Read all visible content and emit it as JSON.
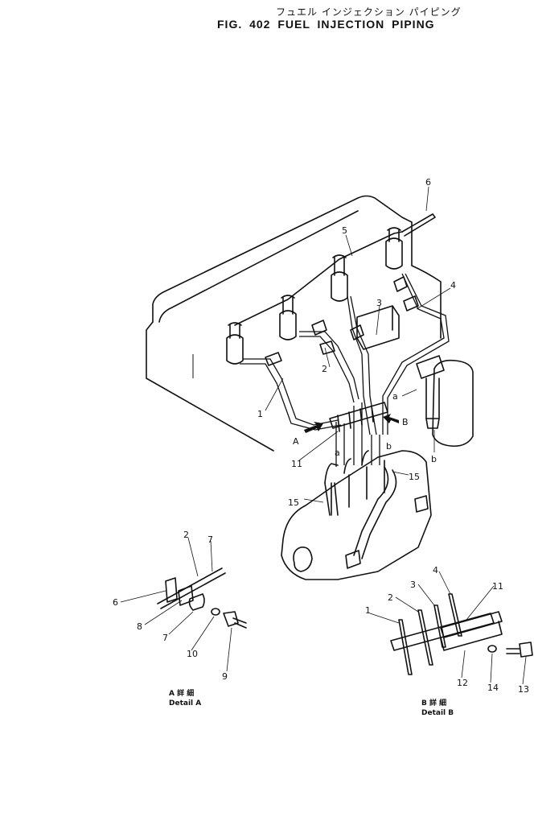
{
  "figure": {
    "title_jp": "フュエル インジェクション パイピング",
    "title_en": "FIG. 402  FUEL  INJECTION  PIPING"
  },
  "callouts": {
    "c1": "1",
    "c2": "2",
    "c3": "3",
    "c4": "4",
    "c5": "5",
    "c6": "6",
    "c11": "11",
    "c15a": "15",
    "c15b": "15",
    "a1": "a",
    "a2": "a",
    "b1": "b",
    "b2": "b",
    "arrowA": "A",
    "arrowB": "B"
  },
  "detail_a": {
    "labels": {
      "n2": "2",
      "n7": "7",
      "n6": "6",
      "n8": "8",
      "n7b": "7",
      "n10": "10",
      "n9": "9"
    },
    "caption_jp": "A 詳 細",
    "caption_en": "Detail A"
  },
  "detail_b": {
    "labels": {
      "n1": "1",
      "n2": "2",
      "n3": "3",
      "n4": "4",
      "n11": "11",
      "n12": "12",
      "n14": "14",
      "n13": "13"
    },
    "caption_jp": "B 詳 細",
    "caption_en": "Detail B"
  }
}
